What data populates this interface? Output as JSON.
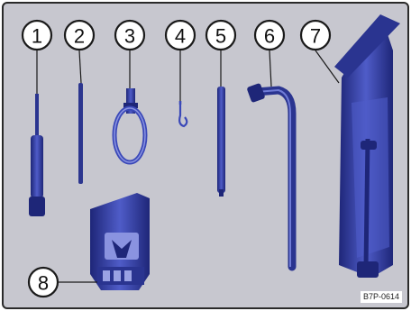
{
  "callouts": [
    {
      "id": "1",
      "label": "1"
    },
    {
      "id": "2",
      "label": "2"
    },
    {
      "id": "3",
      "label": "3"
    },
    {
      "id": "4",
      "label": "4"
    },
    {
      "id": "5",
      "label": "5"
    },
    {
      "id": "6",
      "label": "6"
    },
    {
      "id": "7",
      "label": "7"
    },
    {
      "id": "8",
      "label": "8"
    }
  ],
  "image_code": "B7P-0614",
  "colors": {
    "background": "#c7c7cf",
    "tool_blue": "#3a48b8",
    "tool_dark": "#1e2678",
    "tool_light": "#6f7bd6"
  }
}
